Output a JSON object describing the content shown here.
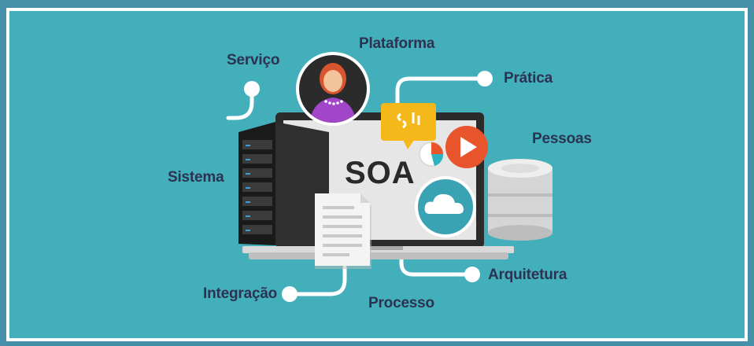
{
  "center_label": "SOA",
  "labels": {
    "servico": "Serviço",
    "plataforma": "Plataforma",
    "pratica": "Prática",
    "pessoas": "Pessoas",
    "sistema": "Sistema",
    "arquitetura": "Arquitetura",
    "integracao": "Integração",
    "processo": "Processo"
  },
  "icons": [
    "person-avatar-icon",
    "chat-bubble-icon",
    "pie-chart-icon",
    "play-icon",
    "cloud-icon",
    "database-icon",
    "server-icon",
    "document-icon",
    "laptop-icon"
  ],
  "colors": {
    "background": "#43afbb",
    "frame": "#4590a8",
    "label_text": "#2c3352",
    "play": "#e8552c",
    "chat": "#f5b81b",
    "avatar_clothing": "#a146c8",
    "cloud_circle": "#3aa3b3"
  }
}
